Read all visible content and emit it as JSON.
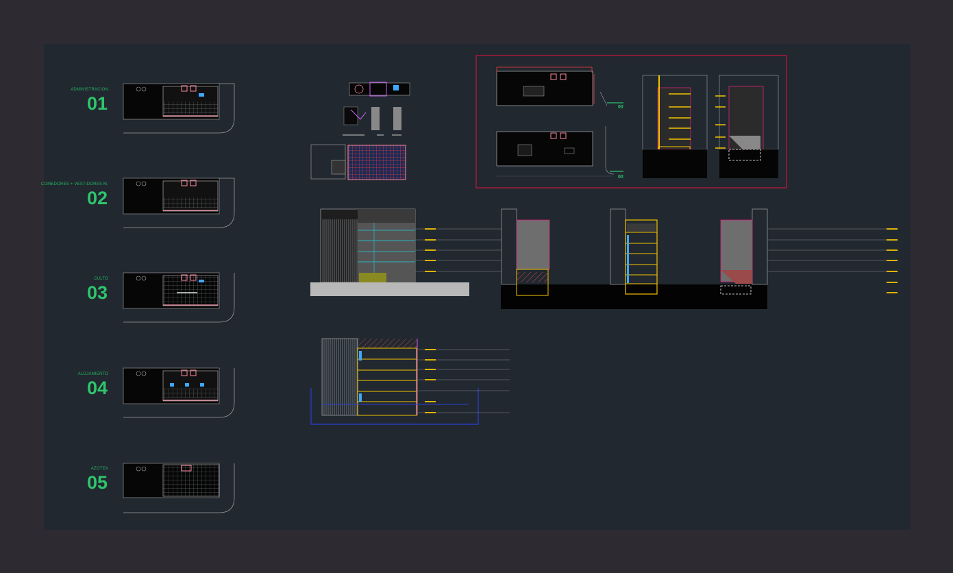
{
  "floors": [
    {
      "label": "ADMINISTRACION",
      "number": "01"
    },
    {
      "label": "COMEDORES + VESTIDORES M.",
      "number": "02"
    },
    {
      "label": "CULTO",
      "number": "03"
    },
    {
      "label": "ALOJAMIENTO",
      "number": "04"
    },
    {
      "label": "AZOTEA",
      "number": "05"
    }
  ],
  "plan_tags": [
    "00",
    "00"
  ],
  "colors": {
    "background": "#2e2a31",
    "canvas": "#212830",
    "label_green": "#2fc46c",
    "highlight_frame": "#c8163f",
    "level_marker": "#f5c400"
  }
}
